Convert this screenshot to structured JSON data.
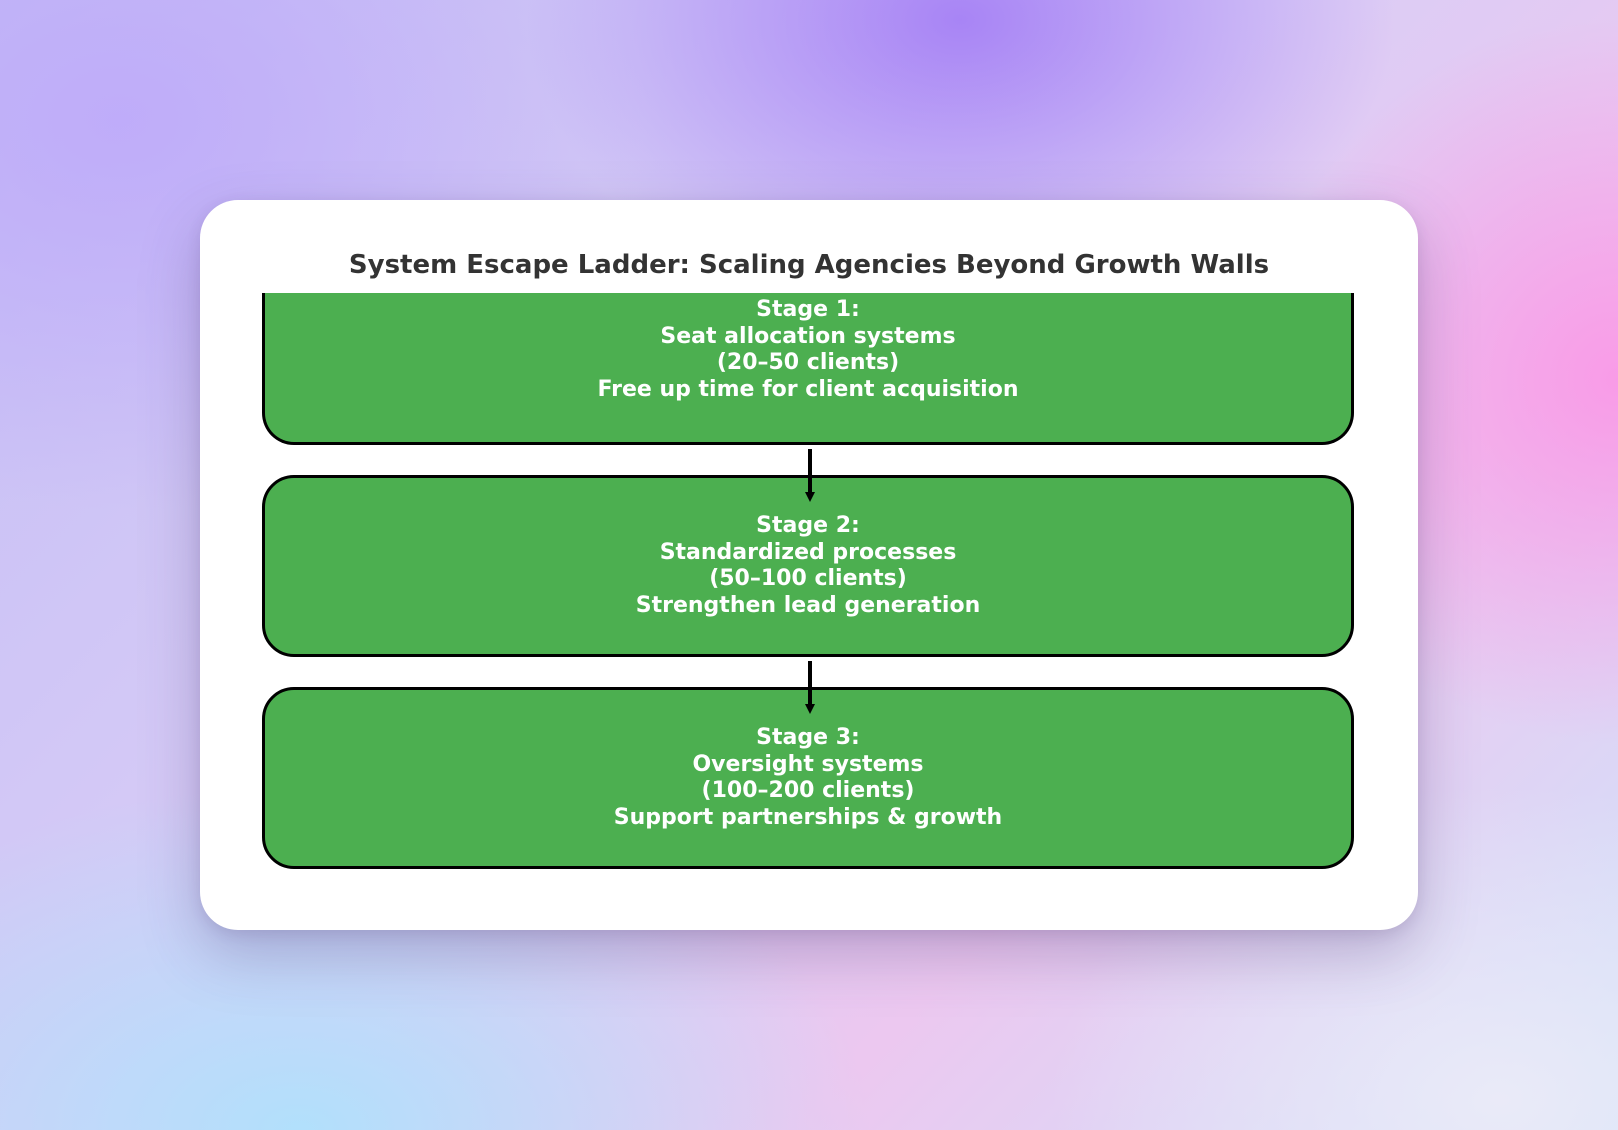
{
  "diagram": {
    "title": "System Escape Ladder: Scaling Agencies Beyond Growth Walls",
    "colors": {
      "box_fill": "#4caf50",
      "box_border": "#000000",
      "box_text": "#ffffff",
      "title_text": "#333333",
      "card_background": "#ffffff"
    },
    "stages": [
      {
        "label": "Stage 1:",
        "system": "Seat allocation systems",
        "clients": "(20–50 clients)",
        "goal": "Free up time for client acquisition"
      },
      {
        "label": "Stage 2:",
        "system": "Standardized processes",
        "clients": "(50–100 clients)",
        "goal": "Strengthen lead generation"
      },
      {
        "label": "Stage 3:",
        "system": "Oversight systems",
        "clients": "(100–200 clients)",
        "goal": "Support partnerships & growth"
      }
    ]
  }
}
